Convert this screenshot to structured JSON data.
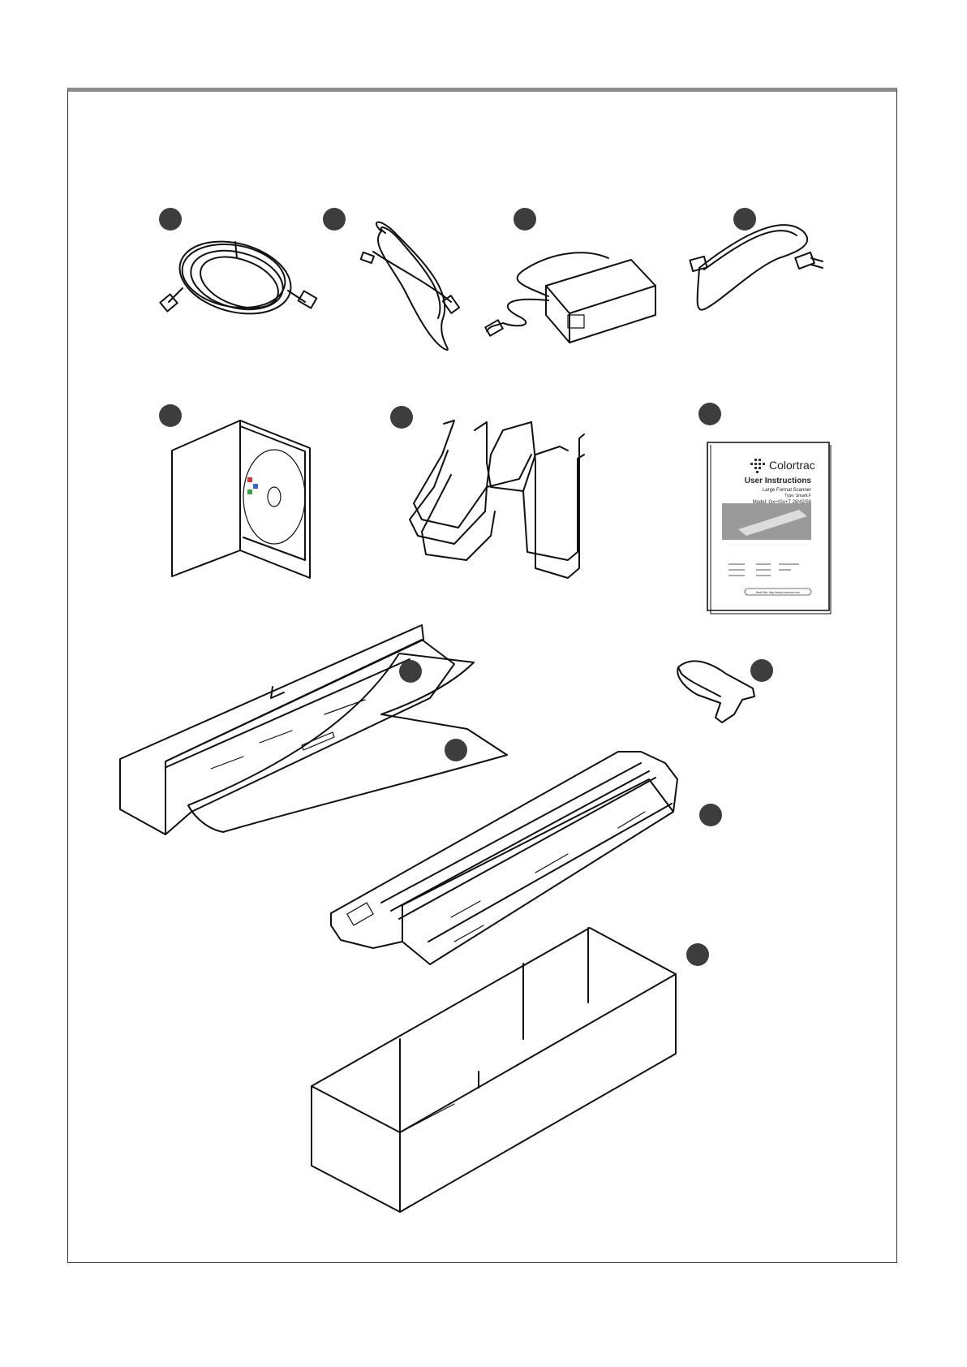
{
  "colors": {
    "frame_top": "#8c8c8c",
    "marker": "#3d3d3d",
    "ink": "#111111"
  },
  "items": [
    {
      "id": "item-1",
      "icon": "ethernet-cable-icon"
    },
    {
      "id": "item-2",
      "icon": "usb-cable-icon"
    },
    {
      "id": "item-3",
      "icon": "power-adapter-icon"
    },
    {
      "id": "item-4",
      "icon": "power-cord-icon"
    },
    {
      "id": "item-5",
      "icon": "cd-folder-icon"
    },
    {
      "id": "item-6",
      "icon": "wire-paper-guides-icon"
    },
    {
      "id": "item-7",
      "icon": "user-manual-icon"
    },
    {
      "id": "item-8",
      "icon": "packing-foam-icon"
    },
    {
      "id": "item-9",
      "icon": "protective-sheet-icon"
    },
    {
      "id": "item-10",
      "icon": "plastic-clip-icon"
    },
    {
      "id": "item-11",
      "icon": "scanner-icon"
    },
    {
      "id": "item-12",
      "icon": "shipping-box-icon"
    }
  ],
  "manual": {
    "brand": "Colortrac",
    "title": "User Instructions",
    "subtitle": "Large Format Scanner",
    "type_line": "Type: SmartLF",
    "model_line": "Model: Gx+/Gx+T 28/42/56",
    "web_line": "Web Site: http://www.colortrac.com"
  }
}
